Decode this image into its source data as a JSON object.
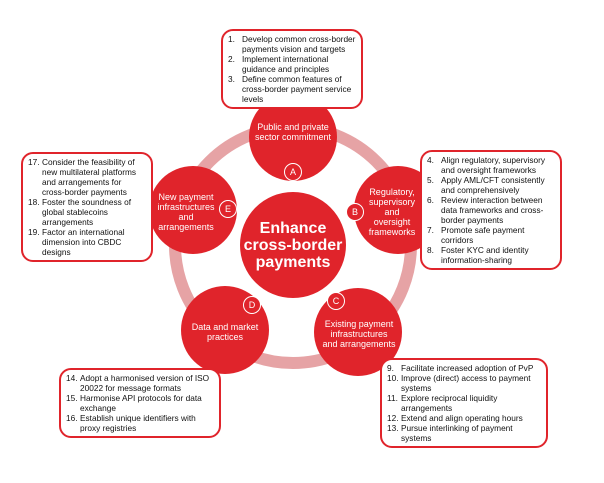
{
  "center": "Enhance cross-border payments",
  "colors": {
    "red": "#e0242b",
    "ring": "#e6a3a5"
  },
  "nodes": [
    {
      "letter": "A",
      "label": "Public and private sector commitment",
      "items": [
        {
          "n": "1.",
          "t": "Develop common cross-border payments vision and targets"
        },
        {
          "n": "2.",
          "t": "Implement international guidance and principles"
        },
        {
          "n": "3.",
          "t": "Define common features of cross-border payment service levels"
        }
      ]
    },
    {
      "letter": "B",
      "label": "Regulatory, supervisory and oversight frameworks",
      "items": [
        {
          "n": "4.",
          "t": "Align regulatory, supervisory and oversight frameworks"
        },
        {
          "n": "5.",
          "t": "Apply AML/CFT consistently and comprehensively"
        },
        {
          "n": "6.",
          "t": "Review interaction between data frameworks and cross-border payments"
        },
        {
          "n": "7.",
          "t": "Promote safe payment corridors"
        },
        {
          "n": "8.",
          "t": "Foster KYC and identity information-sharing"
        }
      ]
    },
    {
      "letter": "C",
      "label": "Existing payment infrastructures and arrangements",
      "items": [
        {
          "n": "9.",
          "t": "Facilitate increased adoption of PvP"
        },
        {
          "n": "10.",
          "t": "Improve (direct) access to payment systems"
        },
        {
          "n": "11.",
          "t": "Explore reciprocal liquidity arrangements"
        },
        {
          "n": "12.",
          "t": "Extend and align operating hours"
        },
        {
          "n": "13.",
          "t": "Pursue interlinking of payment systems"
        }
      ]
    },
    {
      "letter": "D",
      "label": "Data and market practices",
      "items": [
        {
          "n": "14.",
          "t": "Adopt a harmonised version of ISO 20022 for message formats"
        },
        {
          "n": "15.",
          "t": "Harmonise API protocols for data exchange"
        },
        {
          "n": "16.",
          "t": "Establish unique identifiers with proxy registries"
        }
      ]
    },
    {
      "letter": "E",
      "label": "New payment infrastructures and arrangements",
      "items": [
        {
          "n": "17.",
          "t": "Consider the feasibility of new multilateral platforms and arrangements for cross-border payments"
        },
        {
          "n": "18.",
          "t": "Foster the soundness of global stablecoins arrangements"
        },
        {
          "n": "19.",
          "t": "Factor an international dimension into CBDC designs"
        }
      ]
    }
  ]
}
